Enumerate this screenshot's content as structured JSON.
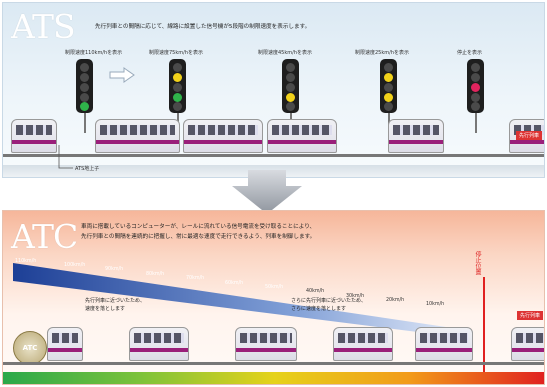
{
  "ats": {
    "title": "ATS",
    "description": "先行列車との間隔に応じて、線路に設置した信号機が5段階の制限速度を表示します。",
    "signals": [
      {
        "label": "制限速度110km/hを表示",
        "lit": "green"
      },
      {
        "label": "制限速度75km/hを表示",
        "lit": "yellow-green"
      },
      {
        "label": "制限速度45km/hを表示",
        "lit": "yellow"
      },
      {
        "label": "制限速度25km/hを表示",
        "lit": "yellow-yellow"
      },
      {
        "label": "停止を表示",
        "lit": "red"
      }
    ],
    "preceding_train": "先行列車",
    "ground_coil": "ATS地上子"
  },
  "atc": {
    "title": "ATC",
    "description_line1": "車両に搭載しているコンピューターが、レールに流れている信号電流を受け取ることにより、",
    "description_line2": "先行列車との間隔を連続的に把握し、常に最適な速度で走行できるよう、列車を制御します。",
    "speeds": [
      "110km/h",
      "100km/h",
      "90km/h",
      "80km/h",
      "70km/h",
      "60km/h",
      "50km/h",
      "40km/h",
      "30km/h",
      "20km/h",
      "10km/h"
    ],
    "stop_position": "停止位置",
    "preceding_train": "先行列車",
    "note1_line1": "先行列車に近づいたため、",
    "note1_line2": "速度を落とします",
    "note2_line1": "さらに先行列車に近づいたため、",
    "note2_line2": "さらに速度を落とします",
    "badge": "ATC"
  },
  "colors": {
    "lamp_green": "#2fb34a",
    "lamp_yellow": "#f2d21a",
    "lamp_red": "#e0245e",
    "train_stripe": "#9a1f7a",
    "speed_bar": "#1d3f96",
    "stop_line": "#e02020"
  }
}
